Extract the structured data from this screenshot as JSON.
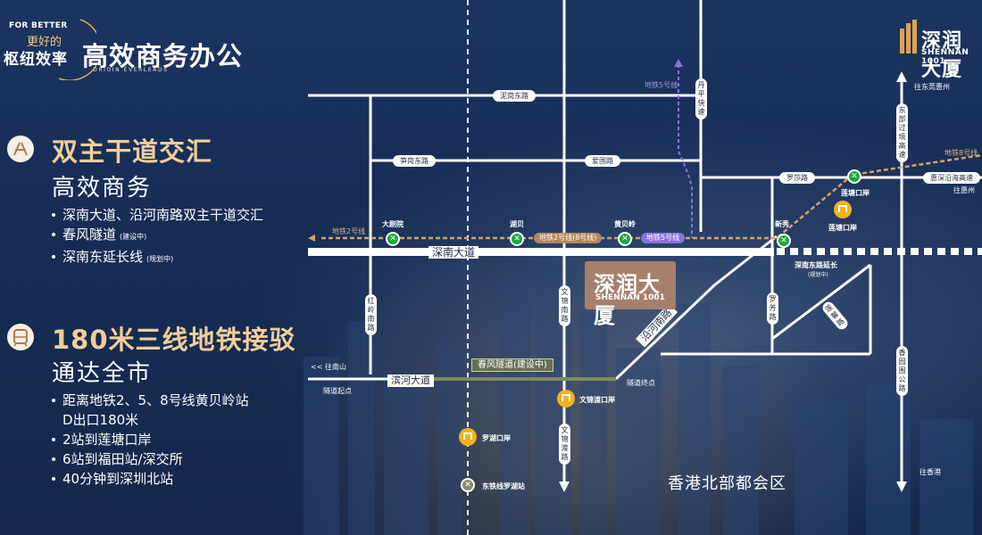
{
  "header": {
    "brand_en": "FOR BETTER",
    "brand_mid": "更好的",
    "brand_big": "枢纽效率",
    "title": "高效商务办公",
    "subtitle_en": "ORIGIN    EVERLEADS"
  },
  "logo": {
    "cn": "深润大厦",
    "en": "SHENNAN 1001"
  },
  "section1": {
    "icon": "road-junction-icon",
    "title": "双主干道交汇",
    "subtitle": "高效商务",
    "bullets": [
      {
        "text": "深南大道、沿河南路双主干道交汇",
        "note": ""
      },
      {
        "text": "春风隧道",
        "note": "(建设中)"
      },
      {
        "text": "深南东延长线",
        "note": "(规划中)"
      }
    ]
  },
  "section2": {
    "icon": "metro-train-icon",
    "title": "180米三线地铁接驳",
    "subtitle": "通达全市",
    "bullets": [
      {
        "text": "距离地铁2、5、8号线黄贝岭站",
        "note": ""
      },
      {
        "text": "D出口180米",
        "note": "",
        "plain": true
      },
      {
        "text": "2站到莲塘口岸",
        "note": ""
      },
      {
        "text": "6站到福田站/深交所",
        "note": ""
      },
      {
        "text": "40分钟到深圳北站",
        "note": ""
      }
    ]
  },
  "map": {
    "roads": {
      "nigang": "泥岗东路",
      "sungang": "笋岗东路",
      "aiguo": "爱国路",
      "shennan": "深南大道",
      "binhe": "滨河大道",
      "chunfeng": "春风隧道(建设中)",
      "yanhe": "沿河南路",
      "hongling": "红岭南路",
      "wenjin_n": "文锦南路",
      "wenjin_s": "文锦渡路",
      "danping": "丹平快速",
      "dongbu": "东部过境高速",
      "luosha": "罗莎路",
      "huishen": "惠深沿海高速",
      "luofang": "罗芳路",
      "lianhe": "莲馨路",
      "xiangyuan": "香园围公路",
      "shennan_ext": "深南东路延长",
      "shennan_ext_note": "(规划中)"
    },
    "stations": {
      "dajuyuan": "大剧院",
      "hubei": "湖贝",
      "huangbeiling": "黄贝岭",
      "xinxiu": "新秀",
      "liantang": "莲塘口岸"
    },
    "ports": {
      "liantang": "莲塘口岸",
      "wenjindu": "文锦渡口岸",
      "luohu": "罗湖口岸"
    },
    "east_rail": "东铁线罗湖站",
    "lines": {
      "line2": "地铁2号线",
      "line2_8": "地铁2号线(8号线)",
      "line5": "地铁5号线",
      "line5_pill": "地铁5号线",
      "line8": "地铁8号线"
    },
    "directions": {
      "to_nanshan": "往南山",
      "tunnel_start": "隧道起点",
      "tunnel_end": "隧道终点",
      "to_dongguan": "往东莞惠州",
      "to_huizhou": "往惠州",
      "to_hk": "往香港"
    },
    "building": {
      "cn": "深润大厦",
      "en": "SHENNAN 1001"
    },
    "hk_area": "香港北部都会区"
  },
  "colors": {
    "background": "#13294b",
    "gold": "#f0ce99",
    "metro_green": "#1fa640",
    "line2_orange": "#d9a06a",
    "line5_purple": "#8a74d8",
    "port_yellow": "#f3b21c",
    "building": "#a6806a",
    "tunnel": "#66714f"
  }
}
